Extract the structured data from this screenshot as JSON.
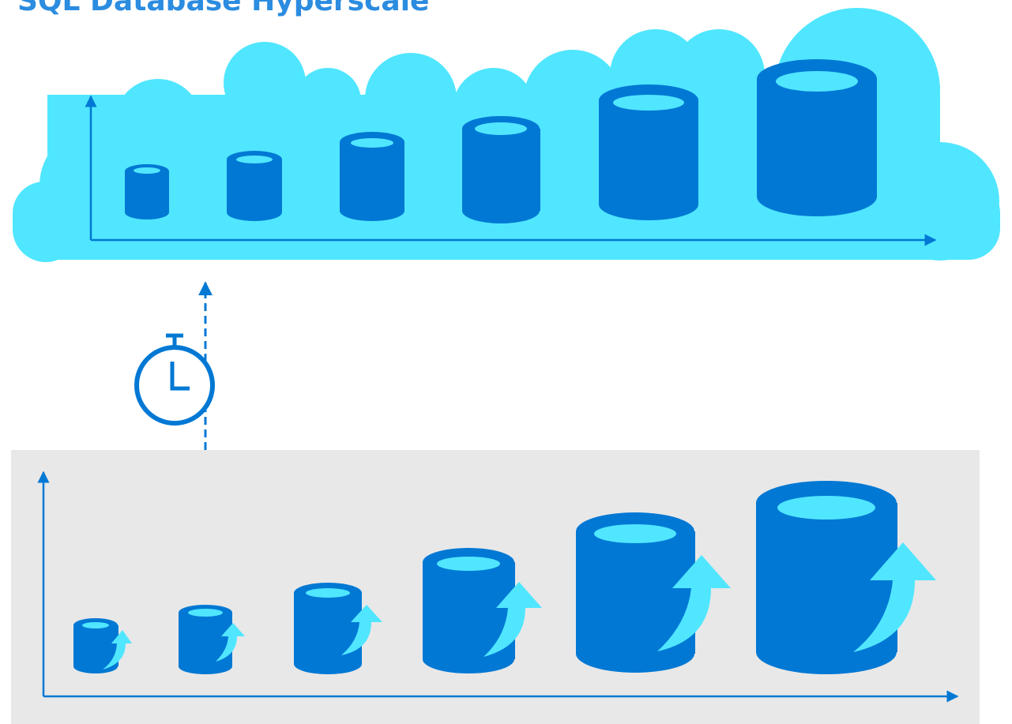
{
  "title": "SQL Database Hyperscale",
  "colors": {
    "title": "#2b8ce0",
    "cloud": "#50e6ff",
    "database": "#0078d4",
    "database_top_inset": "#50e6ff",
    "axis": "#0078d4",
    "panel": "#e8e8e8",
    "growth_arrow": "#50e6ff",
    "timer": "#0078d4",
    "background": "#ffffff"
  },
  "icons": {
    "cloud": "cloud-shape",
    "database": "database-cylinder-icon",
    "growth": "curved-up-arrow-icon",
    "timer": "stopwatch-icon"
  },
  "sections": {
    "cloud": {
      "database_count": 6
    },
    "local": {
      "database_count": 6,
      "growth_indicator": true
    }
  }
}
